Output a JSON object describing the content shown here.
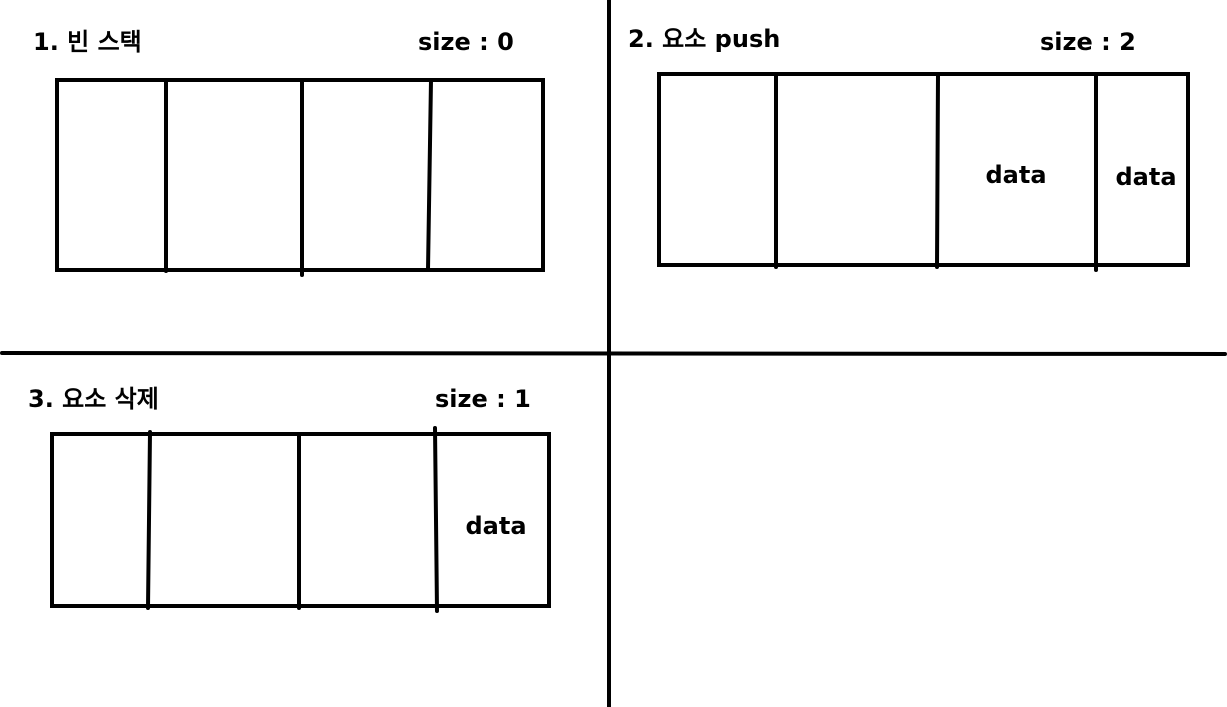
{
  "panels": [
    {
      "title": "1. 빈 스택",
      "size_label": "size : 0",
      "cells": [
        "",
        "",
        "",
        ""
      ]
    },
    {
      "title": "2. 요소 push",
      "size_label": "size : 2",
      "cells": [
        "",
        "",
        "data",
        "data"
      ]
    },
    {
      "title": "3. 요소 삭제",
      "size_label": "size : 1",
      "cells": [
        "",
        "",
        "",
        "data"
      ]
    }
  ],
  "colors": {
    "stroke": "#000000",
    "background": "#ffffff"
  }
}
